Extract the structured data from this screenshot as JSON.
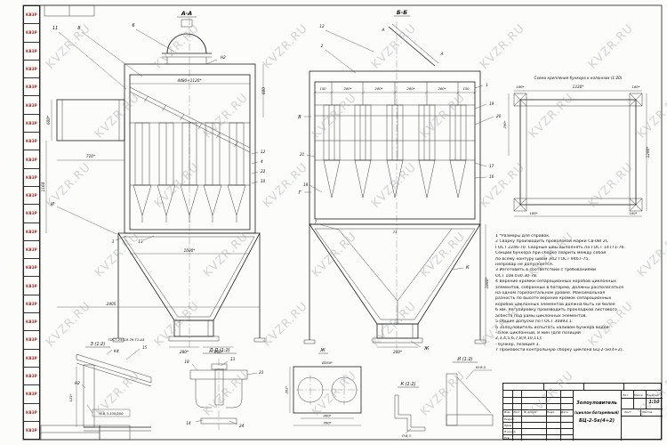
{
  "watermark": {
    "text": "KVZR.RU"
  },
  "logo": {
    "text": "КВЗР"
  },
  "views": {
    "aa_label": "А-А",
    "bb_label": "Б-Б"
  },
  "scheme": {
    "title": "Схема крепления бункера к колоннам (1:20)",
    "dim_left_180": "180*",
    "dim_top_1330": "1330*",
    "dim_right_180": "180*",
    "dim_side_1290": "1290*",
    "dim_side_290": "290*",
    "dim_bottom_180": "180*",
    "dim_bottom_100": "100*"
  },
  "left_view": {
    "dim_top": "4480+1120*",
    "dim_right_600": "600",
    "dim_inlet_h": "600*",
    "dim_inlet_w": "710*",
    "dim_left_1160": "1160",
    "dim_1600": "1600*",
    "dim_2405": "2405",
    "dim_280": "280*",
    "dim_200": "200*",
    "c11": "11",
    "c8": "8",
    "c6": "6",
    "n2": "Н2",
    "c12": "12",
    "c4": "4",
    "c22": "22",
    "c10": "10",
    "c3": "3",
    "c13": "13",
    "mark_i": "И"
  },
  "mid_view": {
    "c12": "12",
    "c2": "2",
    "c1": "1",
    "c19": "19",
    "c20": "20",
    "c21": "21",
    "c17": "17",
    "c16": "16",
    "c18": "18",
    "c7": "7",
    "mark_a": "А",
    "mark_v": "В",
    "mark_g": "Г",
    "dims_top": [
      "150",
      "280*",
      "280*",
      "280*",
      "280*",
      "150"
    ],
    "dim_71": "71",
    "dim_1890": "1890*",
    "dim_200": "200*",
    "mark_zh": "Ж",
    "mark_k": "К"
  },
  "details": {
    "z": {
      "label": "З (1:2)",
      "gost": "ГОСТ 23518-79-Т1-Δ3",
      "k4": "К4",
      "c15": "15",
      "n2": "Н2",
      "dim123": "123*",
      "m63": "М-б,3-100/200"
    },
    "dd": {
      "label": "Д-Д (1:2)",
      "c18": "18",
      "c13": "13",
      "c23": "23",
      "c24": "24",
      "c14": "14"
    },
    "zh": {
      "label": "Ж",
      "dia": "Ø260*",
      "d400": "400*",
      "d760": "760*",
      "d302": "302*"
    },
    "k": {
      "label": "К (1:2)",
      "p": "П-б,3"
    },
    "i": {
      "label": "И (1:2)",
      "flag": "Ю-б.5"
    }
  },
  "notes": {
    "lines": [
      "1 *Размеры для справок.",
      "2 Сварку производить проволокой марки Св-08Г2С",
      "ГОСТ 2246-70. Сварные швы выполнять по ГОСТ 14771-76.",
      "Секции бункера при сборке сварить между собой",
      "по всему контуру швом Э42 ГОСТ 9467-75,",
      "непровар не допускается.",
      "3 Изготовить в соответствии с требованиями",
      "ОСТ 108.030.30-78.",
      "4 Верхние кромки сепарационных коробов циклонных",
      "элементов, собранных в батарею, должны располагаться",
      "на одном горизонтальном уровне. Максимальная",
      "разность по высоте верхних кромок сепарационных",
      "коробов циклонных элементов должна быть не более",
      "6 мм. Регулировку производить прокладкой листового",
      "асбеста под рамы циклонных элементов.",
      "5 Общие допуски по ГОСТ 30893.1.",
      "6 Золоуловитель испытать наливом бункера водой:",
      "- блок циклонный, 8 мин (для позиций",
      "2,3,4,5,6,7,8,9,10,11);",
      "- бункер, позиция 1.",
      "7 Произвести контрольную сборку циклона БЦ-2-5к(4+2)."
    ]
  },
  "title_block": {
    "name_line1": "Золоуловитель",
    "name_line2": "(циклон батарейный)",
    "name_line3": "БЦ-2-5к(4+2)",
    "scale": "1:10",
    "izm": "Изм.",
    "list_col": "Лист",
    "doc": "№ докум.",
    "podp": "Подп.",
    "data_col": "Дата",
    "razrab": "Разраб.",
    "prov": "Пров.",
    "nkontr": "Н.контр.",
    "utv": "Утв.",
    "lit": "Лит.",
    "massa": "Масса",
    "masshtab": "Масштаб",
    "list": "Лист",
    "listov": "Листов"
  }
}
